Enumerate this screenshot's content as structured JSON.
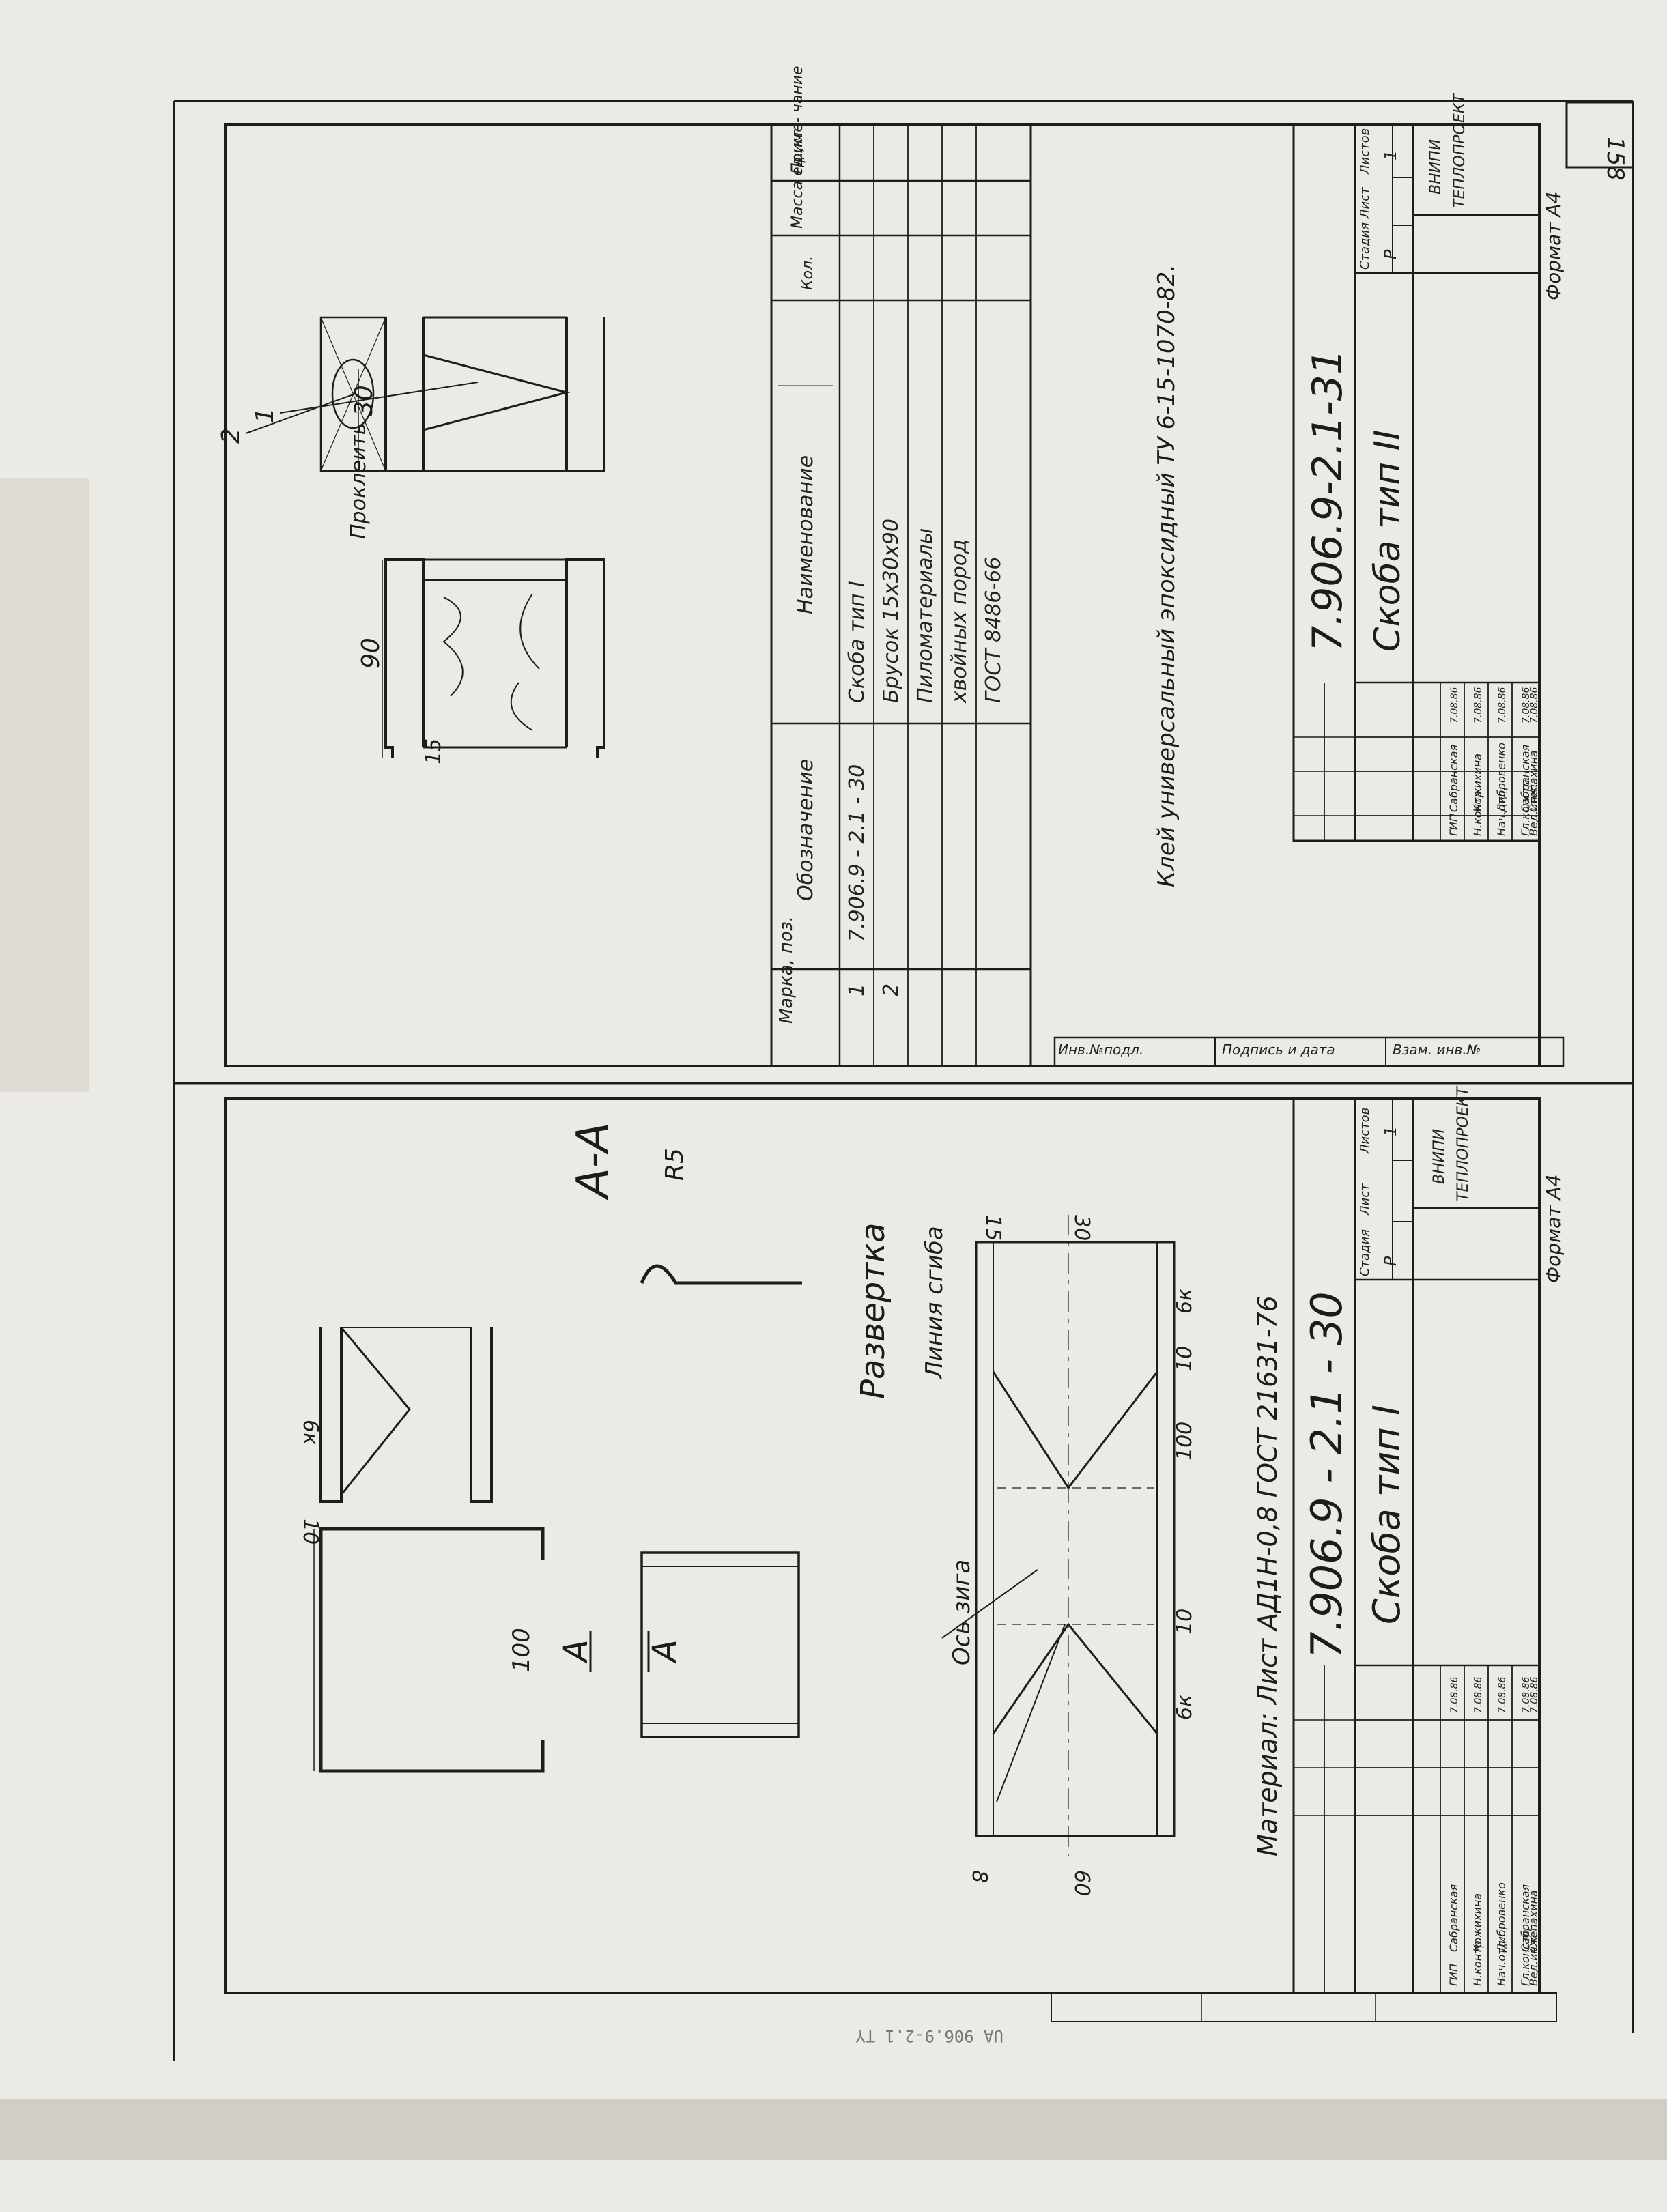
{
  "page_number": "158",
  "bottom_stamp": "UA 906.9-2.1 TY",
  "left_sheet": {
    "section_label": "А-А",
    "cut_marker": "А",
    "radius_label": "R5",
    "unfold_title": "Развертка",
    "bend_line_label": "Линия сгиба",
    "fold_axis_label": "Ось зига",
    "dims": {
      "d100_top": "100",
      "d10_top": "10",
      "d6k_top": "6к",
      "d15": "15",
      "d30": "30",
      "d8": "8",
      "d60": "60",
      "d6k_a": "6к",
      "d10_a": "10",
      "d100": "100",
      "d10_b": "10",
      "d6k_b": "6к"
    },
    "material_note": "Материал: Лист АД1Н-0,8 ГОСТ 21631-76",
    "doc_code": "7.906.9 - 2.1 - 30",
    "part_name": "Скоба тип I",
    "stage_header": "Стадия",
    "sheet_header": "Лист",
    "sheets_header": "Листов",
    "stage_value": "Р",
    "sheet_value": "",
    "sheets_value": "1",
    "org_line1": "ВНИПИ",
    "org_line2": "ТЕПЛОПРОЕКТ",
    "format": "Формат А4",
    "signers": [
      {
        "role": "ГИП",
        "name": "Сабранская",
        "date": "7.08.86"
      },
      {
        "role": "Н.контр.",
        "name": "Кожихина",
        "date": "7.08.86"
      },
      {
        "role": "Нач.отд.",
        "name": "Дибровенко",
        "date": "7.08.86"
      },
      {
        "role": "Гл.констр.",
        "name": "Сабранская",
        "date": "7.08.86"
      },
      {
        "role": "Вед.инж.",
        "name": "Степахина",
        "date": "7.08.86"
      }
    ]
  },
  "right_sheet": {
    "weld_label": "Проклеить",
    "dims": {
      "d90": "90",
      "d30": "30",
      "d15": "15"
    },
    "callouts": [
      "1",
      "2"
    ],
    "table_headers": [
      "Марка, поз.",
      "Обозначение",
      "Наименование",
      "Кол.",
      "Масса ед.,кг",
      "Приме- чание"
    ],
    "rows": [
      {
        "pos": "1",
        "code": "7.906.9 - 2.1 - 30",
        "name": "Скоба тип I",
        "qty": "",
        "mass": "",
        "note": ""
      },
      {
        "pos": "2",
        "code": "",
        "name": "Брусок 15х30х90",
        "qty": "",
        "mass": "",
        "note": ""
      },
      {
        "pos": "",
        "code": "",
        "name": "Пиломатериалы",
        "qty": "",
        "mass": "",
        "note": ""
      },
      {
        "pos": "",
        "code": "",
        "name": "хвойных пород",
        "qty": "",
        "mass": "",
        "note": ""
      },
      {
        "pos": "",
        "code": "",
        "name": "ГОСТ 8486-66",
        "qty": "",
        "mass": "",
        "note": ""
      }
    ],
    "glue_note": "Клей универсальный эпоксидный ТУ 6-15-1070-82.",
    "side_strip": [
      "Инв.№подл.",
      "Подпись и дата",
      "Взам. инв.№"
    ],
    "doc_code": "7.906.9-2.1-31",
    "part_name": "Скоба тип II",
    "stage_header": "Стадия",
    "sheet_header": "Лист",
    "sheets_header": "Листов",
    "stage_value": "Р",
    "sheet_value": "",
    "sheets_value": "1",
    "org_line1": "ВНИПИ",
    "org_line2": "ТЕПЛОПРОЕКТ",
    "format": "Формат А4",
    "signers": [
      {
        "role": "ГИП",
        "name": "Сабранская",
        "date": "7.08.86"
      },
      {
        "role": "Н.контр.",
        "name": "Кожихина",
        "date": "7.08.86"
      },
      {
        "role": "Нач.отд.",
        "name": "Дибровенко",
        "date": "7.08.86"
      },
      {
        "role": "Гл.констр.",
        "name": "Сабранская",
        "date": "7.08.86"
      },
      {
        "role": "Вед.инж.",
        "name": "Степахина",
        "date": "7.08.86"
      }
    ]
  }
}
